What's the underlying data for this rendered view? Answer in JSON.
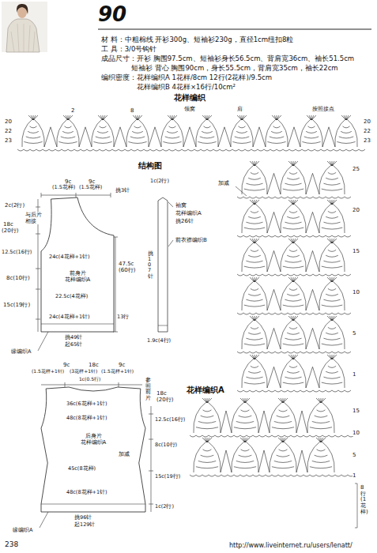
{
  "diagram": {
    "title": "90",
    "nodes": [
      {
        "text": [
          "前身片",
          "花样编织A"
        ]
      },
      {
        "text": [
          "后身片",
          "花样编织A"
        ]
      }
    ],
    "labels": [
      "材 料：中粗棉线 开衫300g、短袖衫230g，直径1cm纽扣8粒",
      "工 具：3/0号钩针",
      "成品尺寸：开衫 胸围97.5cm、短袖衫身长56.5cm、背肩宽36cm、袖长51.5cm",
      "短袖衫 背心 胸围90cm，身长55.5cm，背肩宽35cm，袖长22cm",
      "编织密度：花样编织A 1花样/8cm 12行(2花样)/9.5cm",
      "花样编织B 4花样×16行/10cm²",
      "花样编织",
      "结构图",
      "花样编织A",
      "238",
      "http://www.liveinternet.ru/users/lenatt/",
      "20",
      "22",
      "23",
      "20",
      "22",
      "23",
      "2",
      "8",
      "领窝",
      "肩",
      "按照接点",
      "9c",
      "9c",
      "(1.5花样)",
      "(1.5花样)",
      "2c(2行)",
      "18c",
      "(20行)",
      "与后片相接",
      "12.5c(16行)",
      "8c(10行)",
      "15c(19行)",
      "24c(4花样+1针)",
      "22.5c(4花样)",
      "24c(4花样+1针)",
      "挑49针",
      "起65针",
      "缘编织A",
      "13行",
      "1.9c(4行)",
      "挑3针",
      "1c(2行)",
      "47.5c",
      "(60行)",
      "挑107针",
      "袖窝",
      "花样编织A",
      "挑26针",
      "前衣襟编织B",
      "9c",
      "18c",
      "9c",
      "(1.5花样+1针)",
      "(3花样+1针)",
      "(1.5花样+1针)",
      "1c(0.5行)",
      "参照前片",
      "18c",
      "(20行)",
      "36c(6花样+1针)",
      "48c(8花样+1针)",
      "12.5c(16行)",
      "8c(10行)",
      "加减",
      "45c(8花样)",
      "15c(19行)",
      "48c(8花样+1针)",
      "1c(2行)",
      "挑96针",
      "起129针",
      "缘编织A",
      "加减",
      "25",
      "20",
      "15",
      "10",
      "5",
      "1",
      "15",
      "10",
      "5",
      "1",
      "8行(1花样)"
    ]
  }
}
